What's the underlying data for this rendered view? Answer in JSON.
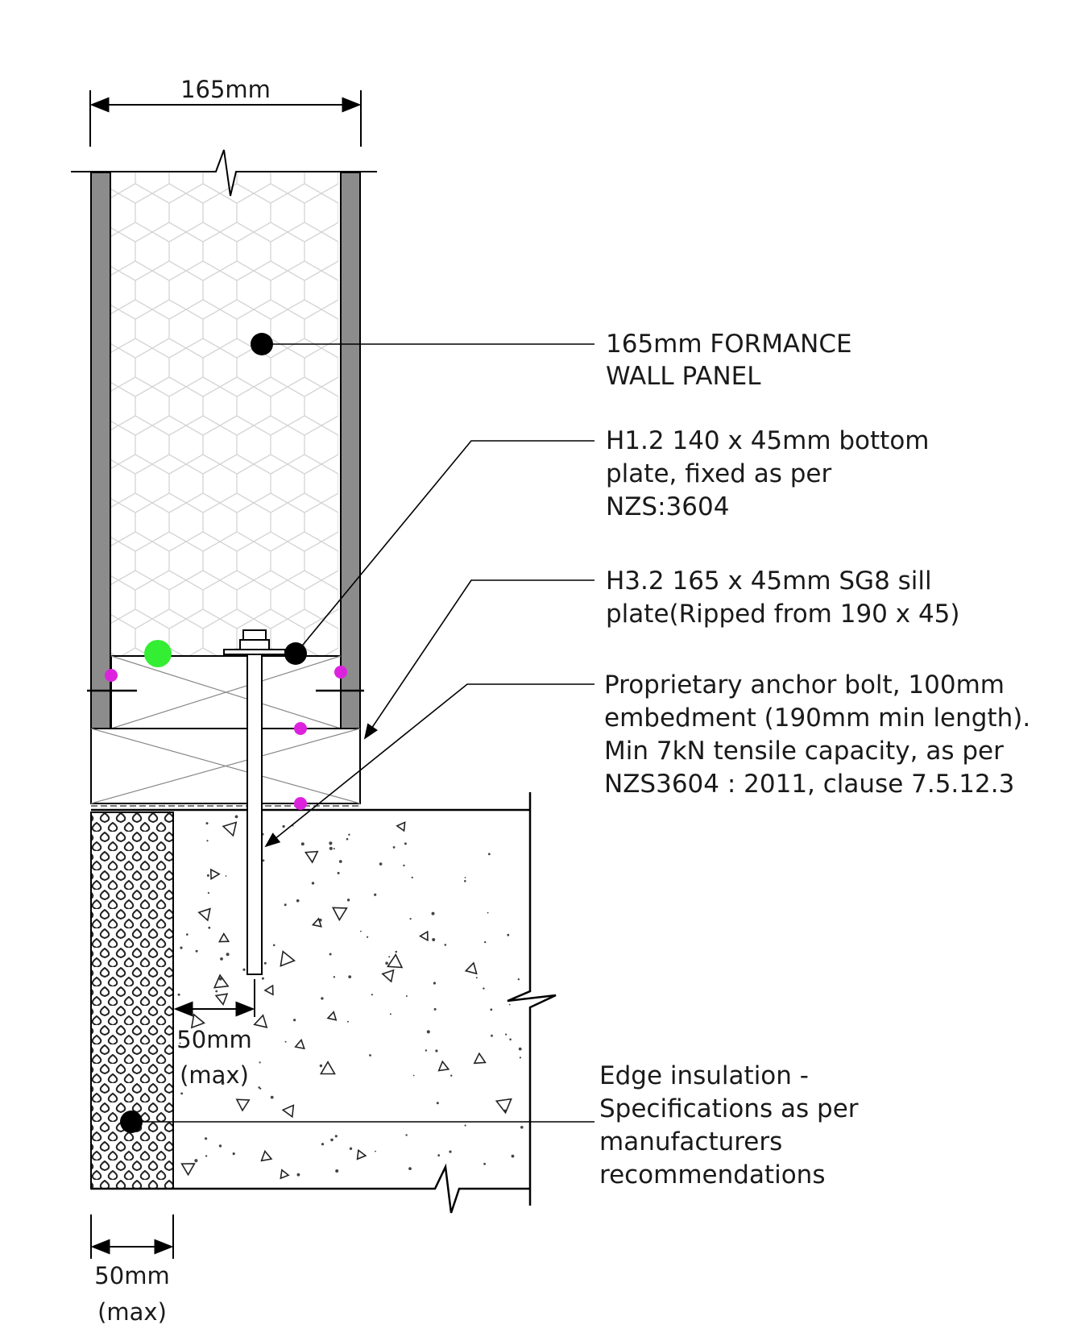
{
  "dimensions": {
    "panel_width": "165mm",
    "bolt_edge_line1": "50mm",
    "bolt_edge_line2": "(max)",
    "insulation_line1": "50mm",
    "insulation_line2": "(max)"
  },
  "callouts": {
    "wall_panel": {
      "lines": [
        "165mm FORMANCE",
        "WALL PANEL"
      ]
    },
    "bottom_plate": {
      "lines": [
        "H1.2 140 x 45mm bottom",
        "plate, fixed as per",
        "NZS:3604"
      ]
    },
    "sill_plate": {
      "lines": [
        "H3.2 165 x 45mm SG8 sill",
        "plate(Ripped from 190 x 45)"
      ]
    },
    "anchor_bolt": {
      "lines": [
        "Proprietary anchor bolt, 100mm",
        "embedment (190mm min length).",
        "Min 7kN tensile capacity, as per",
        "NZS3604 : 2011, clause 7.5.12.3"
      ]
    },
    "edge_insulation": {
      "lines": [
        "Edge insulation -",
        "Specifications as per",
        "manufacturers",
        "recommendations"
      ]
    }
  },
  "colors": {
    "panel_skin": "#8c8c8c",
    "marker_green": "#33ee33",
    "marker_magenta": "#dd22dd",
    "leader_dot": "#000000"
  }
}
